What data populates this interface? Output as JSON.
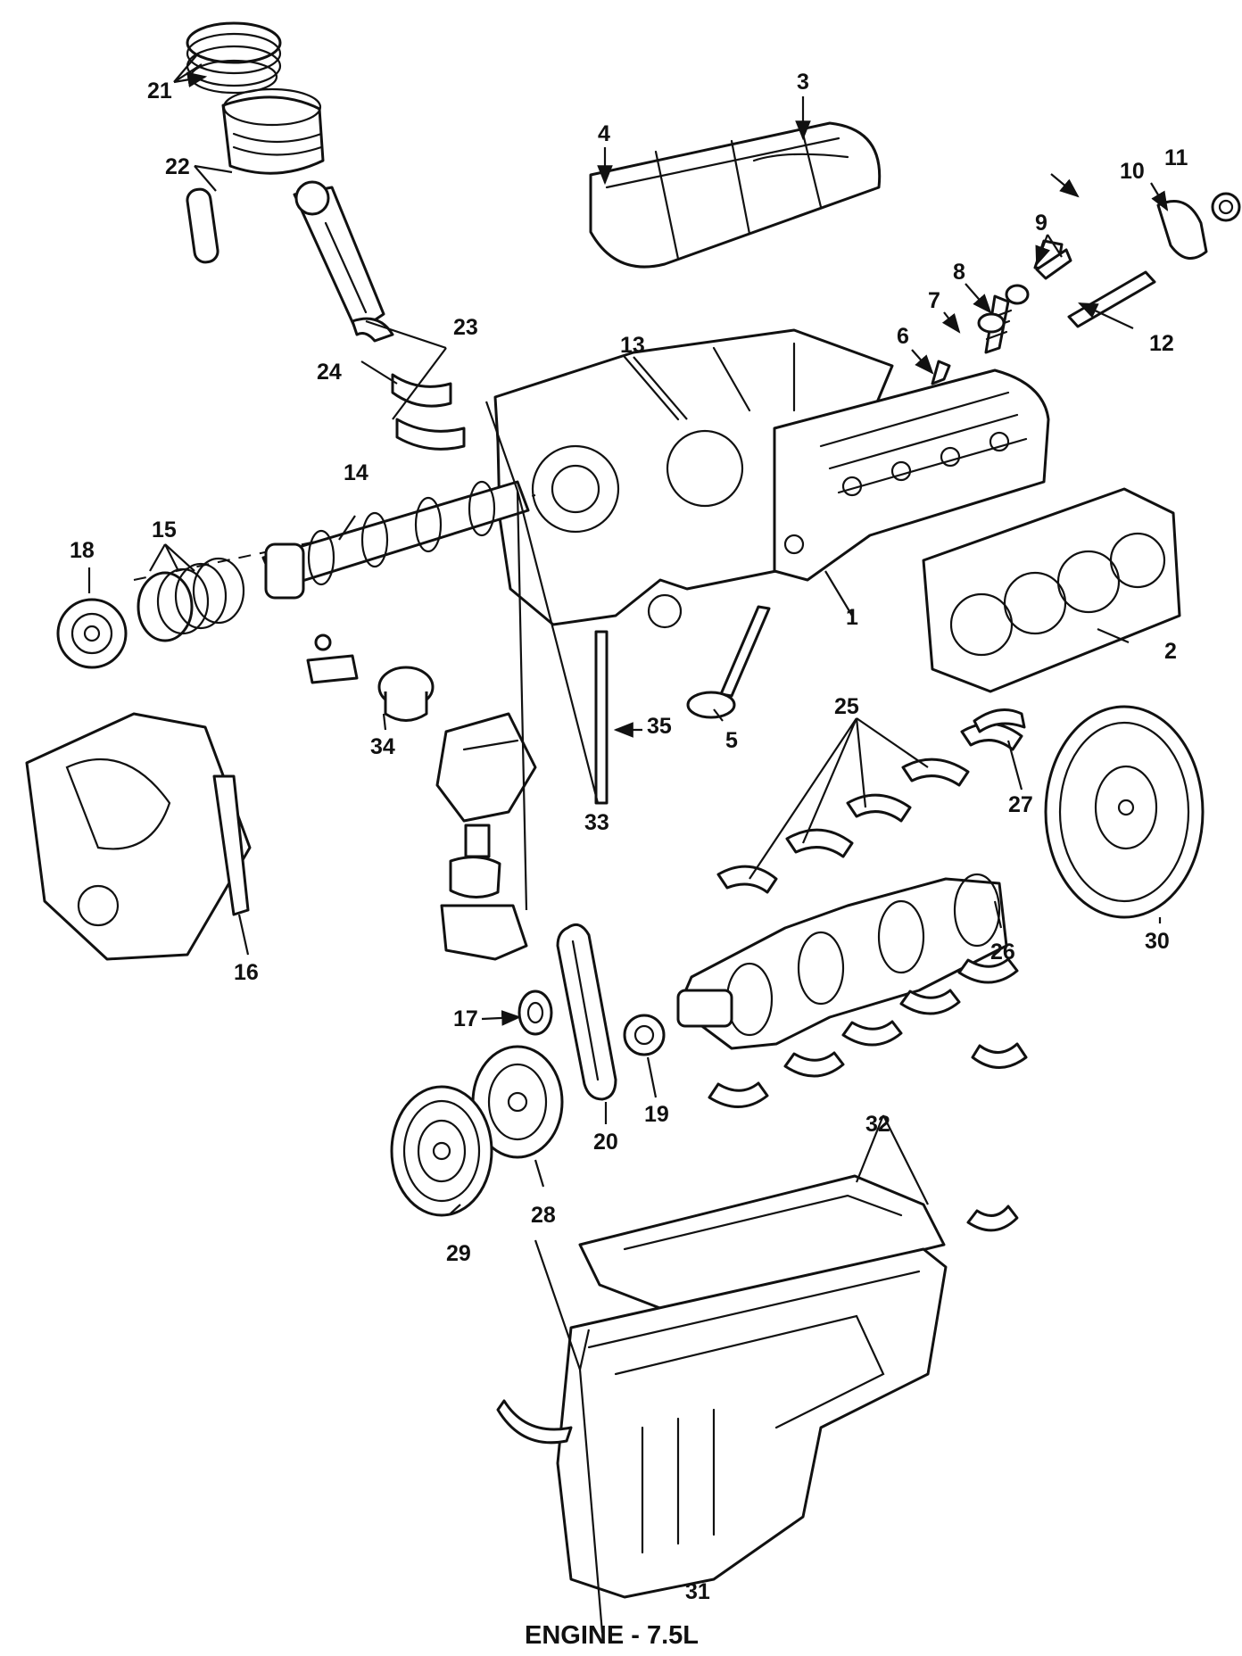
{
  "caption": "ENGINE - 7.5L",
  "callouts": {
    "c1": "1",
    "c2": "2",
    "c3": "3",
    "c4": "4",
    "c5": "5",
    "c6": "6",
    "c7": "7",
    "c8": "8",
    "c9": "9",
    "c10": "10",
    "c11": "11",
    "c12": "12",
    "c13": "13",
    "c14": "14",
    "c15": "15",
    "c16": "16",
    "c17": "17",
    "c18": "18",
    "c19": "19",
    "c20": "20",
    "c21": "21",
    "c22": "22",
    "c23": "23",
    "c24": "24",
    "c25": "25",
    "c26": "26",
    "c27": "27",
    "c28": "28",
    "c29": "29",
    "c30": "30",
    "c31": "31",
    "c32": "32",
    "c33": "33",
    "c34": "34",
    "c35": "35"
  }
}
